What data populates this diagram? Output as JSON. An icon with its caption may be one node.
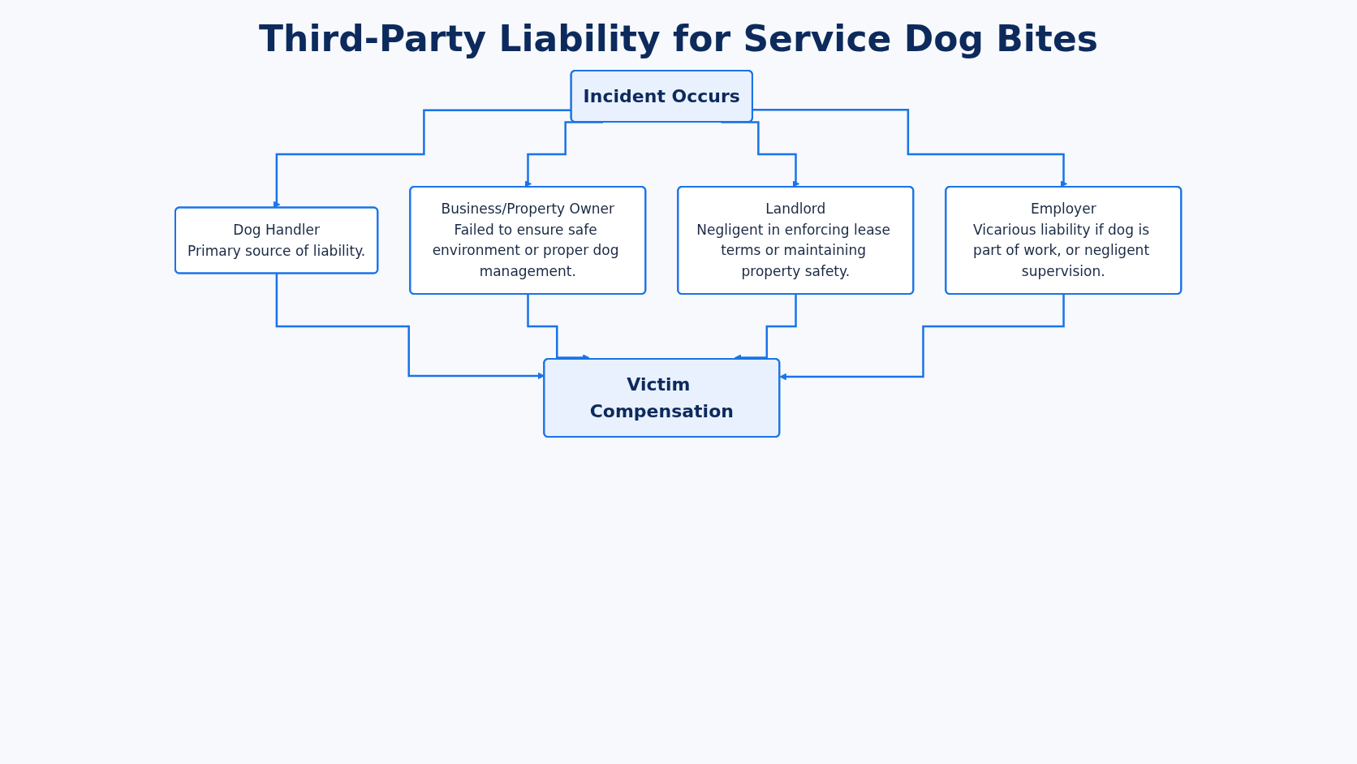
{
  "diagram": {
    "title": "Third-Party Liability for Service Dog Bites",
    "nodes": [
      {
        "text": [
          "Incident Occurs"
        ]
      },
      {
        "text": [
          "Dog Handler",
          "Primary source of liability."
        ]
      },
      {
        "text": [
          "Business/Property Owner",
          "Failed to ensure safe environment or proper dog management."
        ]
      },
      {
        "text": [
          "Landlord",
          "Negligent in enforcing lease terms or maintaining property safety."
        ]
      },
      {
        "text": [
          "Employer",
          "Vicarious liability if dog is part of work, or negligent supervision."
        ]
      },
      {
        "text": [
          "Victim Compensation"
        ]
      }
    ],
    "edges": [
      {
        "from": 0,
        "to": 1,
        "arrow": "to"
      },
      {
        "from": 0,
        "to": 2,
        "arrow": "to"
      },
      {
        "from": 0,
        "to": 3,
        "arrow": "to"
      },
      {
        "from": 0,
        "to": 4,
        "arrow": "to"
      },
      {
        "from": 1,
        "to": 5,
        "arrow": "to"
      },
      {
        "from": 2,
        "to": 5,
        "arrow": "to"
      },
      {
        "from": 3,
        "to": 5,
        "arrow": "to"
      },
      {
        "from": 4,
        "to": 5,
        "arrow": "to"
      }
    ]
  }
}
